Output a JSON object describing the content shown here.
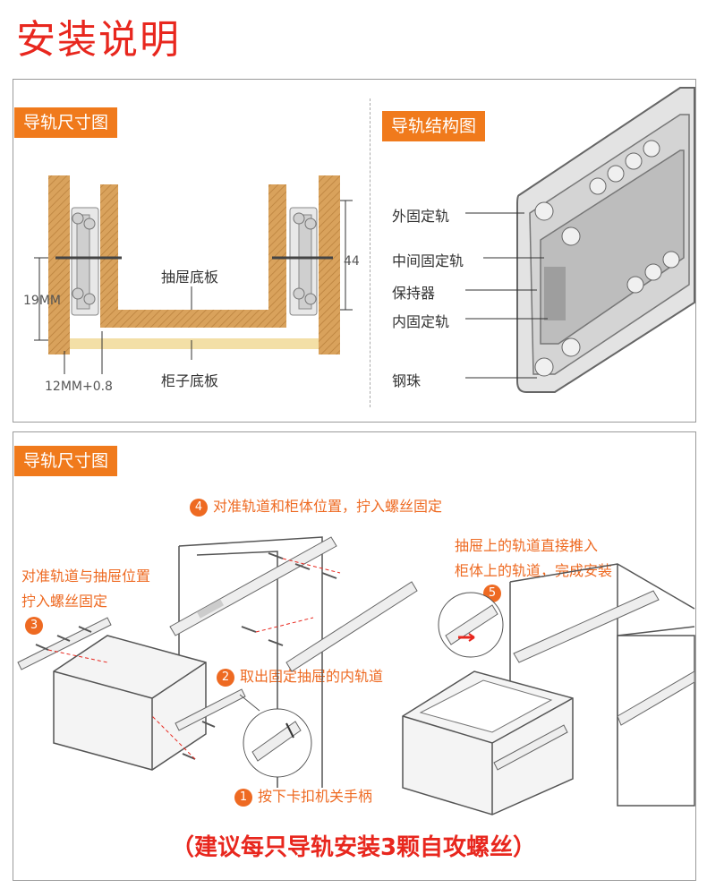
{
  "title": "安装说明",
  "panel1": {
    "left_tag": "导轨尺寸图",
    "right_tag": "导轨结构图",
    "dimension": {
      "drawer_bottom": "抽屉底板",
      "cabinet_bottom": "柜子底板",
      "height_19": "19MM",
      "height_44": "44",
      "width_12": "12MM+0.8"
    },
    "structure": {
      "outer": "外固定轨",
      "middle": "中间固定轨",
      "retainer": "保持器",
      "inner": "内固定轨",
      "ball": "钢珠"
    }
  },
  "panel2": {
    "tag": "导轨尺寸图",
    "step4": {
      "num": "4",
      "text": "对准轨道和柜体位置，拧入螺丝固定"
    },
    "step3": {
      "line1": "对准轨道与抽屉位置",
      "line2": "拧入螺丝固定",
      "num": "3"
    },
    "step2": {
      "num": "2",
      "text": "取出固定抽屉的内轨道"
    },
    "step1": {
      "num": "1",
      "text": "按下卡扣机关手柄"
    },
    "step5": {
      "line1": "抽屉上的轨道直接推入",
      "line2": "柜体上的轨道，完成安装",
      "num": "5"
    }
  },
  "bottom_note": "（建议每只导轨安装3颗自攻螺丝）",
  "colors": {
    "accent": "#e8271e",
    "tag": "#f07a1c",
    "wood": "#d7a05a",
    "board": "#f3dfa6"
  }
}
